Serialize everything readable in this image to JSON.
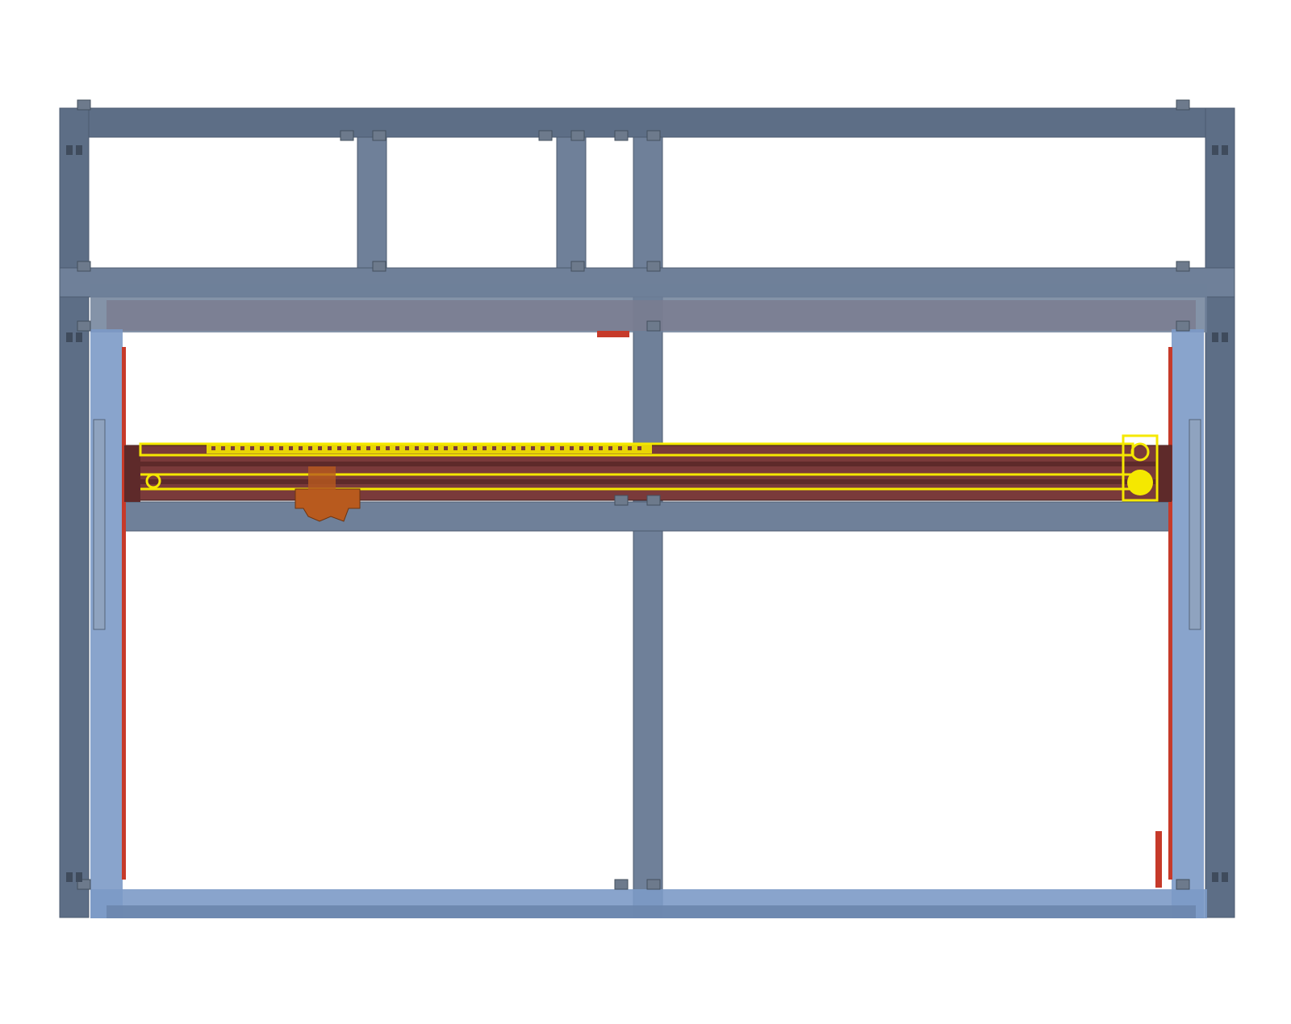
{
  "view": {
    "subject": "gantry-frame-front-view",
    "background": "#ffffff"
  },
  "colors": {
    "frame_steel": "#5d6e86",
    "frame_steel_light": "#6f8099",
    "frame_shadow": "#4c5b70",
    "inner_frame": "#7c9ac6",
    "inner_frame_dark": "#6b86ad",
    "rail_red": "#c63a2a",
    "beam_brown": "#7a3a3a",
    "beam_dark": "#5e2a2a",
    "rack_yellow": "#f5e800",
    "carriage_orange": "#b85a1e",
    "gusset": "#6d7a8c"
  },
  "parts": {
    "outer_frame": "outer-frame",
    "top_header": "top-header-beam",
    "mid_header": "mid-header-beam",
    "bottom_beam": "bottom-beam",
    "center_post": "center-post",
    "left_rail": "left-vertical-rail",
    "right_rail": "right-vertical-rail",
    "gantry_beam": "gantry-beam",
    "gear_rack": "gear-rack",
    "drive_motor": "drive-motor",
    "carriage": "carriage-plate"
  }
}
